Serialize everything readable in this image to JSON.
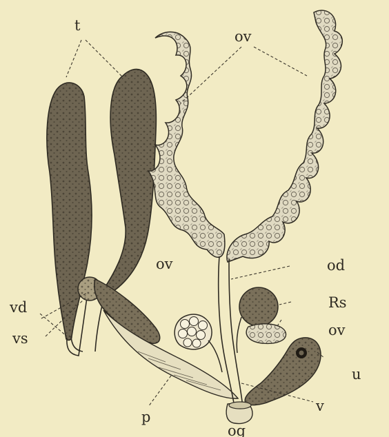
{
  "figure": {
    "labels": {
      "t": "t",
      "ov_top": "ov",
      "vd": "vd",
      "vs": "vs",
      "ov_mid": "ov",
      "od": "od",
      "rs": "Rs",
      "ov_right": "ov",
      "u": "u",
      "p": "p",
      "og": "og",
      "v": "v"
    },
    "colors": {
      "background": "#f2ebc4",
      "testis_fill": "#6e6552",
      "ovary_fill": "#e0dac2",
      "ink": "#2e2a22"
    }
  }
}
